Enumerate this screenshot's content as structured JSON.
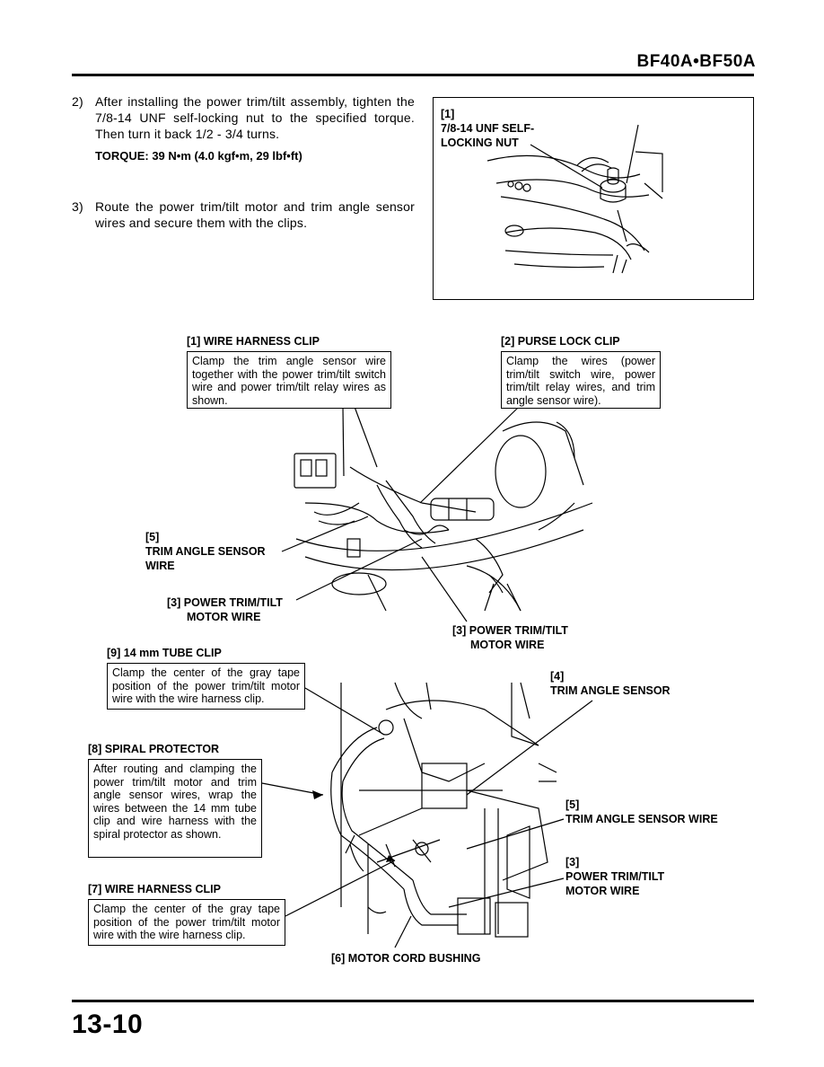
{
  "header": {
    "title": "BF40A•BF50A"
  },
  "steps": [
    {
      "num": "2)",
      "text": "After installing the power trim/tilt assembly, tighten the 7/8-14 UNF self-locking nut to the specified torque. Then turn it back 1/2 - 3/4 turns."
    },
    {
      "num": "3)",
      "text": "Route the power trim/tilt motor and trim angle sensor wires and secure them with the clips."
    }
  ],
  "torque": "TORQUE: 39 N•m (4.0 kgf•m, 29 lbf•ft)",
  "figure1": {
    "callout_line1": "[1]",
    "callout_line2": "7/8-14 UNF SELF-",
    "callout_line3": "LOCKING NUT"
  },
  "figure2": {
    "wire_harness_clip": {
      "label": "[1] WIRE HARNESS CLIP",
      "note": "Clamp the trim angle sensor wire together with the power trim/tilt switch wire and power trim/tilt relay wires as shown."
    },
    "purse_lock_clip": {
      "label": "[2] PURSE LOCK CLIP",
      "note": "Clamp the wires (power trim/tilt switch wire, power trim/tilt relay wires, and trim angle sensor wire)."
    },
    "trim_angle_sensor_wire": {
      "line1": "[5]",
      "line2": "TRIM ANGLE SENSOR",
      "line3": "WIRE"
    },
    "motor_wire_left": {
      "line1": "[3] POWER TRIM/TILT",
      "line2": "MOTOR WIRE"
    },
    "motor_wire_right": {
      "line1": "[3] POWER TRIM/TILT",
      "line2": "MOTOR WIRE"
    }
  },
  "figure3": {
    "tube_clip": {
      "label": "[9] 14 mm TUBE CLIP",
      "note": "Clamp the center of the gray tape position of the power trim/tilt motor wire with the wire harness clip."
    },
    "spiral_protector": {
      "label": "[8] SPIRAL PROTECTOR",
      "note": "After routing and clamping the power trim/tilt motor and trim angle sensor wires, wrap the wires between the 14 mm tube clip and wire harness with the spiral protector as shown."
    },
    "wire_harness_clip": {
      "label": "[7] WIRE HARNESS CLIP",
      "note": "Clamp the center of the gray tape position of the power trim/tilt motor wire with the wire harness clip."
    },
    "trim_angle_sensor": {
      "line1": "[4]",
      "line2": "TRIM ANGLE SENSOR"
    },
    "trim_angle_sensor_wire": {
      "line1": "[5]",
      "line2": "TRIM ANGLE SENSOR WIRE"
    },
    "motor_wire": {
      "line1": "[3]",
      "line2": "POWER TRIM/TILT",
      "line3": "MOTOR WIRE"
    },
    "motor_cord_bushing": {
      "label": "[6] MOTOR CORD BUSHING"
    }
  },
  "footer": {
    "page_number": "13-10"
  }
}
